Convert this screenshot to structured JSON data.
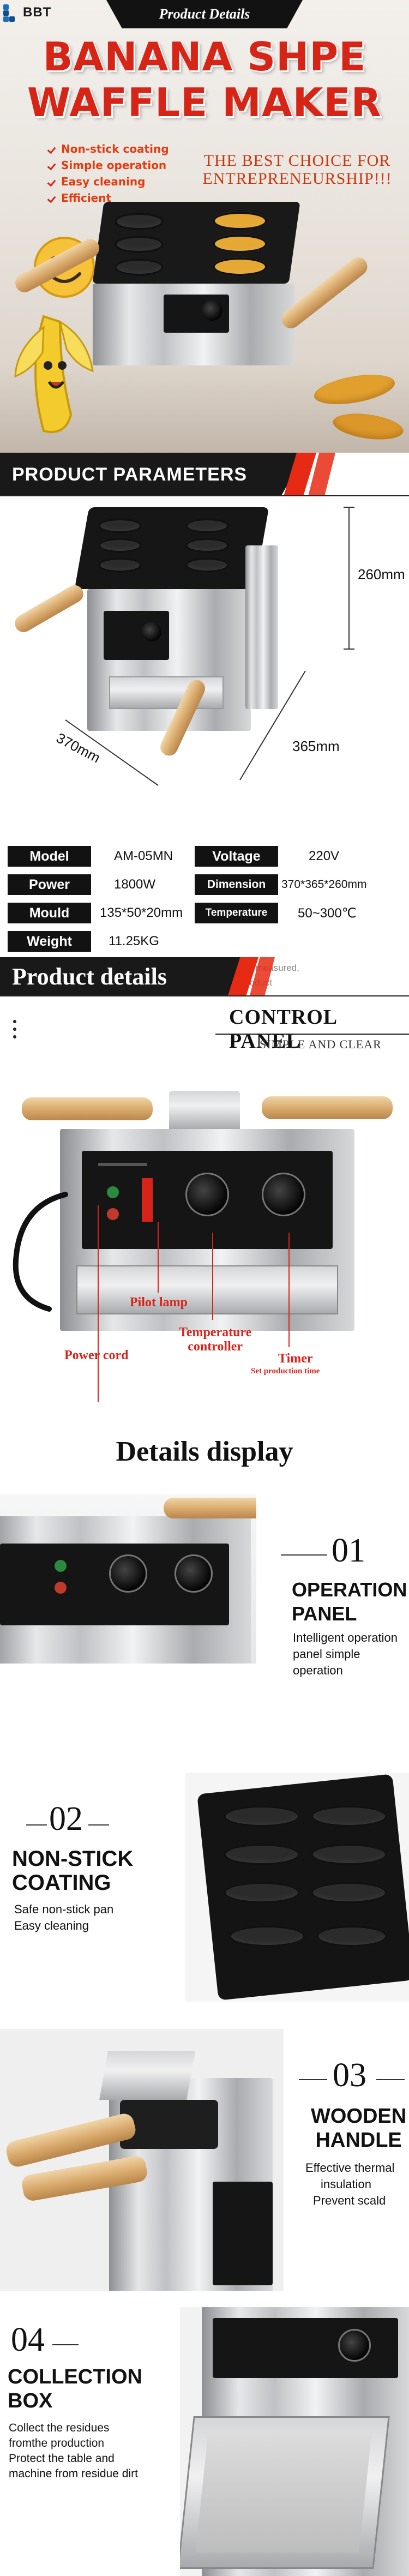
{
  "hero": {
    "brand": "BBT",
    "tab_title": "Product  Details",
    "headline_line1": "BANANA SHPE",
    "headline_line2": "WAFFLE MAKER",
    "features": [
      "Non-stick coating",
      "Simple operation",
      "Easy cleaning",
      "Efficient"
    ],
    "slogan_line1": "THE BEST CHOICE FOR",
    "slogan_line2": "ENTREPRENEURSHIP!!!"
  },
  "params": {
    "banner_title": "PRODUCT PARAMETERS",
    "dim_height": "260mm",
    "dim_width": "370mm",
    "dim_depth": "365mm",
    "rows": [
      {
        "label_l": "Model",
        "value_l": "AM-05MN",
        "label_r": "Voltage",
        "value_r": "220V"
      },
      {
        "label_l": "Power",
        "value_l": "1800W",
        "label_r": "Dimension",
        "value_r": "370*365*260mm"
      },
      {
        "label_l": "Mould",
        "value_l": "135*50*20mm",
        "label_r": "Temperature",
        "value_r": "50~300℃"
      },
      {
        "label_l": "Weight",
        "value_l": "11.25KG",
        "label_r": "",
        "value_r": ""
      }
    ],
    "note_line1": "The size of the product is manually measured,",
    "note_line2": "please refer to the actual product"
  },
  "details": {
    "banner_title": "Product details",
    "cp_title": "CONTROL PANEL",
    "cp_subtitle": "SIMPLE AND CLEAR",
    "labels": {
      "pilot_lamp": "Pilot lamp",
      "power_cord": "Power cord",
      "temp_line1": "Temperature",
      "temp_line2": "controller",
      "timer": "Timer",
      "timer_sub": "Set production time"
    }
  },
  "display": {
    "title": "Details display",
    "items": [
      {
        "num": "01",
        "title1": "OPERATION",
        "title2": "PANEL",
        "desc": [
          "Intelligent operation",
          "panel simple",
          "operation"
        ]
      },
      {
        "num": "02",
        "title1": "NON-STICK",
        "title2": "COATING",
        "desc": [
          "Safe non-stick pan",
          "Easy cleaning"
        ]
      },
      {
        "num": "03",
        "title1": "WOODEN",
        "title2": "HANDLE",
        "desc": [
          "Effective thermal",
          "insulation",
          "Prevent scald"
        ]
      },
      {
        "num": "04",
        "title1": "COLLECTION",
        "title2": "BOX",
        "desc": [
          "Collect the residues",
          "fromthe production",
          "Protect the table and",
          "machine from residue dirt"
        ]
      }
    ]
  },
  "colors": {
    "accent_red": "#d62516",
    "banner_dark": "#191919",
    "orange_text": "#e53b10"
  }
}
